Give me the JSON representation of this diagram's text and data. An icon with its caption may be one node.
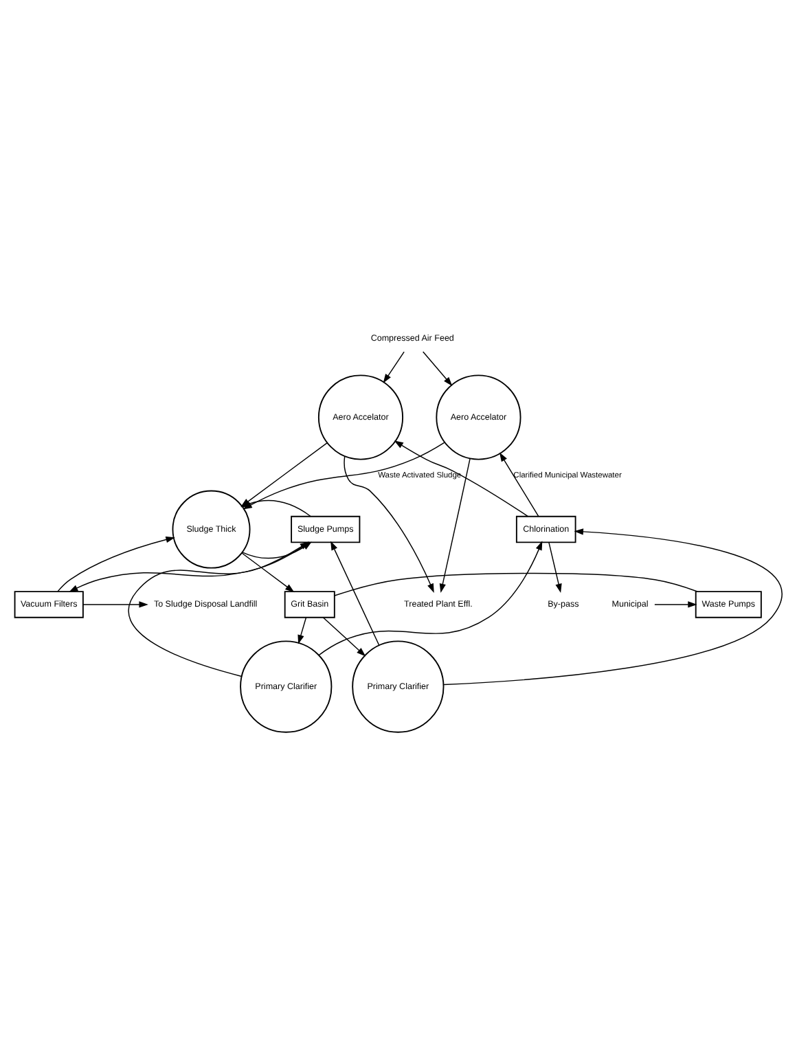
{
  "diagram": {
    "nodes": [
      {
        "text": [
          "Compressed Air Feed"
        ]
      },
      {
        "text": [
          "Aero Accelator"
        ]
      },
      {
        "text": [
          "Aero Accelator"
        ]
      },
      {
        "text": [
          "Treated Plant Effl."
        ]
      },
      {
        "text": [
          "By-pass"
        ]
      },
      {
        "text": [
          "To Sludge Disposal Landfill"
        ]
      },
      {
        "text": [
          "Vacuum Filters"
        ]
      },
      {
        "text": [
          "Sludge Thick"
        ]
      },
      {
        "text": [
          "Sludge Pumps"
        ]
      },
      {
        "text": [
          "Chlorination"
        ]
      },
      {
        "text": [
          "Primary Clarifier"
        ]
      },
      {
        "text": [
          "Primary Clarifier"
        ]
      },
      {
        "text": [
          "Waste Pumps"
        ]
      },
      {
        "text": [
          "Grit Basin"
        ]
      },
      {
        "text": [
          "Municipal"
        ]
      }
    ],
    "edges": [
      {
        "from": 0,
        "to": 1,
        "arrow": "to"
      },
      {
        "from": 0,
        "to": 2,
        "arrow": "to"
      },
      {
        "from": 9,
        "to": 1,
        "arrow": "to",
        "label": "Clarified Municipal Wastewater"
      },
      {
        "from": 9,
        "to": 2,
        "arrow": "to"
      },
      {
        "from": 9,
        "to": 4,
        "arrow": "to"
      },
      {
        "from": 1,
        "to": 3,
        "arrow": "to"
      },
      {
        "from": 2,
        "to": 3,
        "arrow": "to"
      },
      {
        "from": 1,
        "to": 7,
        "arrow": "to",
        "label": "Waste Activated Sludge"
      },
      {
        "from": 2,
        "to": 7,
        "arrow": "to"
      },
      {
        "from": 6,
        "to": 5,
        "arrow": "to"
      },
      {
        "from": 6,
        "to": 7,
        "arrow": "to"
      },
      {
        "from": 8,
        "to": 6,
        "arrow": "to"
      },
      {
        "from": 7,
        "to": 8,
        "arrow": "to"
      },
      {
        "from": 8,
        "to": 7,
        "arrow": "to"
      },
      {
        "from": 10,
        "to": 8,
        "arrow": "to"
      },
      {
        "from": 11,
        "to": 8,
        "arrow": "to"
      },
      {
        "from": 10,
        "to": 9,
        "arrow": "to"
      },
      {
        "from": 11,
        "to": 9,
        "arrow": "to"
      },
      {
        "from": 7,
        "to": 13,
        "arrow": "to"
      },
      {
        "from": 13,
        "to": 10,
        "arrow": "to"
      },
      {
        "from": 13,
        "to": 11,
        "arrow": "to"
      },
      {
        "from": 14,
        "to": 12,
        "arrow": "to"
      },
      {
        "from": 12,
        "to": 13,
        "arrow": "none"
      }
    ]
  }
}
